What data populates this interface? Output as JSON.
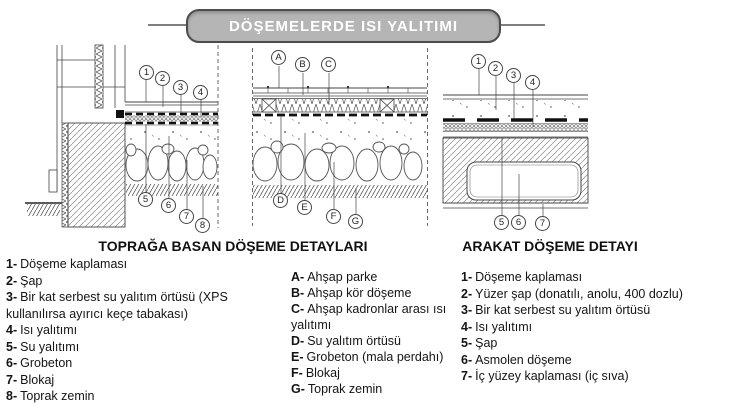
{
  "banner": {
    "title": "DÖŞEMELERDE ISI YALITIMI"
  },
  "headings": {
    "left": "TOPRAĞA BASAN DÖŞEME DETAYLARI",
    "right": "ARAKAT DÖŞEME DETAYI"
  },
  "drawings": {
    "d1": {
      "name": "slab-on-grade-detail-1",
      "callouts": [
        "1",
        "2",
        "3",
        "4",
        "5",
        "6",
        "7",
        "8"
      ]
    },
    "d2": {
      "name": "slab-on-grade-detail-2",
      "callouts": [
        "A",
        "B",
        "C",
        "D",
        "E",
        "F",
        "G"
      ]
    },
    "d3": {
      "name": "intermediate-floor-detail",
      "callouts": [
        "1",
        "2",
        "3",
        "4",
        "5",
        "6",
        "7"
      ]
    }
  },
  "legends": {
    "left": {
      "items": [
        {
          "key": "1-",
          "text": "Döşeme kaplaması"
        },
        {
          "key": "2-",
          "text": "Şap"
        },
        {
          "key": "3-",
          "text": "Bir kat serbest su yalıtım örtüsü (XPS kullanılırsa ayırıcı keçe tabakası)"
        },
        {
          "key": "4-",
          "text": "Isı yalıtımı"
        },
        {
          "key": "5-",
          "text": "Su yalıtımı"
        },
        {
          "key": "6-",
          "text": "Grobeton"
        },
        {
          "key": "7-",
          "text": "Blokaj"
        },
        {
          "key": "8-",
          "text": "Toprak zemin"
        }
      ]
    },
    "middle": {
      "items": [
        {
          "key": "A-",
          "text": "Ahşap parke"
        },
        {
          "key": "B-",
          "text": "Ahşap kör döşeme"
        },
        {
          "key": "C-",
          "text": "Ahşap kadronlar arası ısı yalıtımı"
        },
        {
          "key": "D-",
          "text": "Su yalıtım örtüsü"
        },
        {
          "key": "E-",
          "text": "Grobeton (mala perdahı)"
        },
        {
          "key": "F-",
          "text": "Blokaj"
        },
        {
          "key": "G-",
          "text": "Toprak zemin"
        }
      ]
    },
    "right": {
      "items": [
        {
          "key": "1-",
          "text": "Döşeme kaplaması"
        },
        {
          "key": "2-",
          "text": "Yüzer şap (donatılı, anolu, 400 dozlu)"
        },
        {
          "key": "3-",
          "text": "Bir kat serbest su yalıtım örtüsü"
        },
        {
          "key": "4-",
          "text": "Isı yalıtımı"
        },
        {
          "key": "5-",
          "text": "Şap"
        },
        {
          "key": "6-",
          "text": "Asmolen döşeme"
        },
        {
          "key": "7-",
          "text": "İç yüzey kaplaması (iç sıva)"
        }
      ]
    }
  },
  "colors": {
    "banner_fill": "#b5b5b5",
    "banner_border": "#4c4c4c",
    "banner_text": "#ffffff",
    "line": "#444444",
    "membrane": "#111111",
    "text": "#141414"
  }
}
